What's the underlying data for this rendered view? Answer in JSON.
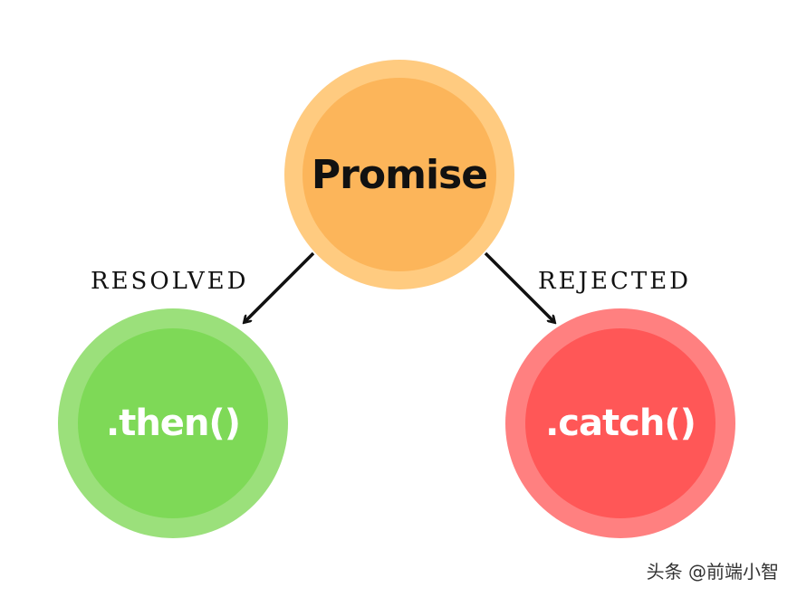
{
  "nodes": {
    "promise": {
      "label": "Promise",
      "outer_color": "#FFCB80",
      "inner_color": "#FCB55A"
    },
    "then": {
      "label": ".then()",
      "outer_color": "#9BE07B",
      "inner_color": "#7ED957"
    },
    "catch": {
      "label": ".catch()",
      "outer_color": "#FF8080",
      "inner_color": "#FF5757"
    }
  },
  "edges": {
    "resolved": {
      "label": "RESOLVED",
      "from": "Promise",
      "to": ".then()"
    },
    "rejected": {
      "label": "REJECTED",
      "from": "Promise",
      "to": ".catch()"
    }
  },
  "watermark": "头条 @前端小智"
}
